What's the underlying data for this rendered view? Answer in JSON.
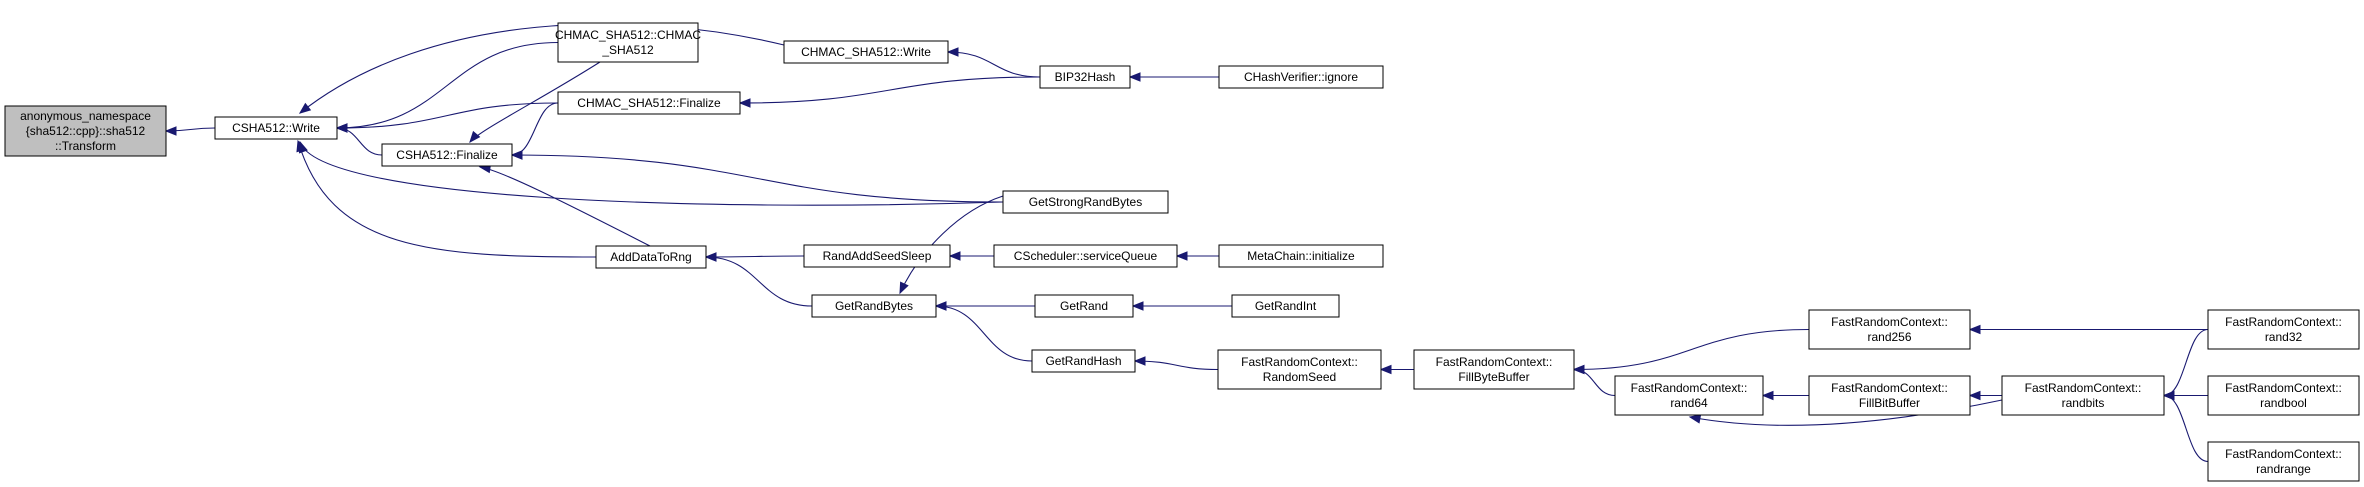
{
  "graph": {
    "colors": {
      "edge": "#191970",
      "root_fill": "#bfbfbf",
      "node_fill": "#ffffff"
    },
    "nodes": {
      "transform": {
        "lines": [
          "anonymous_namespace",
          "{sha512::cpp}::sha512",
          "::Transform"
        ]
      },
      "csha_write": {
        "lines": [
          "CSHA512::Write"
        ]
      },
      "chmac_ctor": {
        "lines": [
          "CHMAC_SHA512::CHMAC",
          "_SHA512"
        ]
      },
      "chmac_finalize": {
        "lines": [
          "CHMAC_SHA512::Finalize"
        ]
      },
      "csha_finalize": {
        "lines": [
          "CSHA512::Finalize"
        ]
      },
      "chmac_write": {
        "lines": [
          "CHMAC_SHA512::Write"
        ]
      },
      "bip32hash": {
        "lines": [
          "BIP32Hash"
        ]
      },
      "chashverifier": {
        "lines": [
          "CHashVerifier::ignore"
        ]
      },
      "getstrongrand": {
        "lines": [
          "GetStrongRandBytes"
        ]
      },
      "adddatatorng": {
        "lines": [
          "AddDataToRng"
        ]
      },
      "randaddseed": {
        "lines": [
          "RandAddSeedSleep"
        ]
      },
      "cscheduler": {
        "lines": [
          "CScheduler::serviceQueue"
        ]
      },
      "metachain": {
        "lines": [
          "MetaChain::initialize"
        ]
      },
      "getrandbytes": {
        "lines": [
          "GetRandBytes"
        ]
      },
      "getrand": {
        "lines": [
          "GetRand"
        ]
      },
      "getrandint": {
        "lines": [
          "GetRandInt"
        ]
      },
      "getrandhash": {
        "lines": [
          "GetRandHash"
        ]
      },
      "frc_randomseed": {
        "lines": [
          "FastRandomContext::",
          "RandomSeed"
        ]
      },
      "frc_fillbyte": {
        "lines": [
          "FastRandomContext::",
          "FillByteBuffer"
        ]
      },
      "frc_rand256": {
        "lines": [
          "FastRandomContext::",
          "rand256"
        ]
      },
      "frc_rand64": {
        "lines": [
          "FastRandomContext::",
          "rand64"
        ]
      },
      "frc_fillbit": {
        "lines": [
          "FastRandomContext::",
          "FillBitBuffer"
        ]
      },
      "frc_randbits": {
        "lines": [
          "FastRandomContext::",
          "randbits"
        ]
      },
      "frc_rand32": {
        "lines": [
          "FastRandomContext::",
          "rand32"
        ]
      },
      "frc_randbool": {
        "lines": [
          "FastRandomContext::",
          "randbool"
        ]
      },
      "frc_randrange": {
        "lines": [
          "FastRandomContext::",
          "randrange"
        ]
      }
    },
    "edges": [
      {
        "from": "csha_write",
        "to": "transform"
      },
      {
        "from": "chmac_ctor",
        "to": "csha_write"
      },
      {
        "from": "chmac_finalize",
        "to": "csha_write"
      },
      {
        "from": "csha_finalize",
        "to": "csha_write"
      },
      {
        "from": "chmac_write",
        "to": "csha_write"
      },
      {
        "from": "getstrongrand",
        "to": "csha_write"
      },
      {
        "from": "adddatatorng",
        "to": "csha_write"
      },
      {
        "from": "chmac_finalize",
        "to": "csha_finalize"
      },
      {
        "from": "chmac_ctor",
        "to": "csha_finalize"
      },
      {
        "from": "getstrongrand",
        "to": "csha_finalize"
      },
      {
        "from": "adddatatorng",
        "to": "csha_finalize"
      },
      {
        "from": "bip32hash",
        "to": "chmac_write"
      },
      {
        "from": "bip32hash",
        "to": "chmac_finalize"
      },
      {
        "from": "chashverifier",
        "to": "bip32hash"
      },
      {
        "from": "randaddseed",
        "to": "adddatatorng"
      },
      {
        "from": "getrandbytes",
        "to": "adddatatorng"
      },
      {
        "from": "cscheduler",
        "to": "randaddseed"
      },
      {
        "from": "metachain",
        "to": "cscheduler"
      },
      {
        "from": "getstrongrand",
        "to": "getrandbytes"
      },
      {
        "from": "getrand",
        "to": "getrandbytes"
      },
      {
        "from": "getrandhash",
        "to": "getrandbytes"
      },
      {
        "from": "getrandint",
        "to": "getrand"
      },
      {
        "from": "frc_randomseed",
        "to": "getrandhash"
      },
      {
        "from": "frc_fillbyte",
        "to": "frc_randomseed"
      },
      {
        "from": "frc_rand256",
        "to": "frc_fillbyte"
      },
      {
        "from": "frc_rand64",
        "to": "frc_fillbyte"
      },
      {
        "from": "frc_rand32",
        "to": "frc_rand256"
      },
      {
        "from": "frc_fillbit",
        "to": "frc_rand64"
      },
      {
        "from": "frc_randbits",
        "to": "frc_rand64"
      },
      {
        "from": "frc_randbits",
        "to": "frc_fillbit"
      },
      {
        "from": "frc_rand32",
        "to": "frc_randbits"
      },
      {
        "from": "frc_randbool",
        "to": "frc_randbits"
      },
      {
        "from": "frc_randrange",
        "to": "frc_randbits"
      }
    ]
  }
}
